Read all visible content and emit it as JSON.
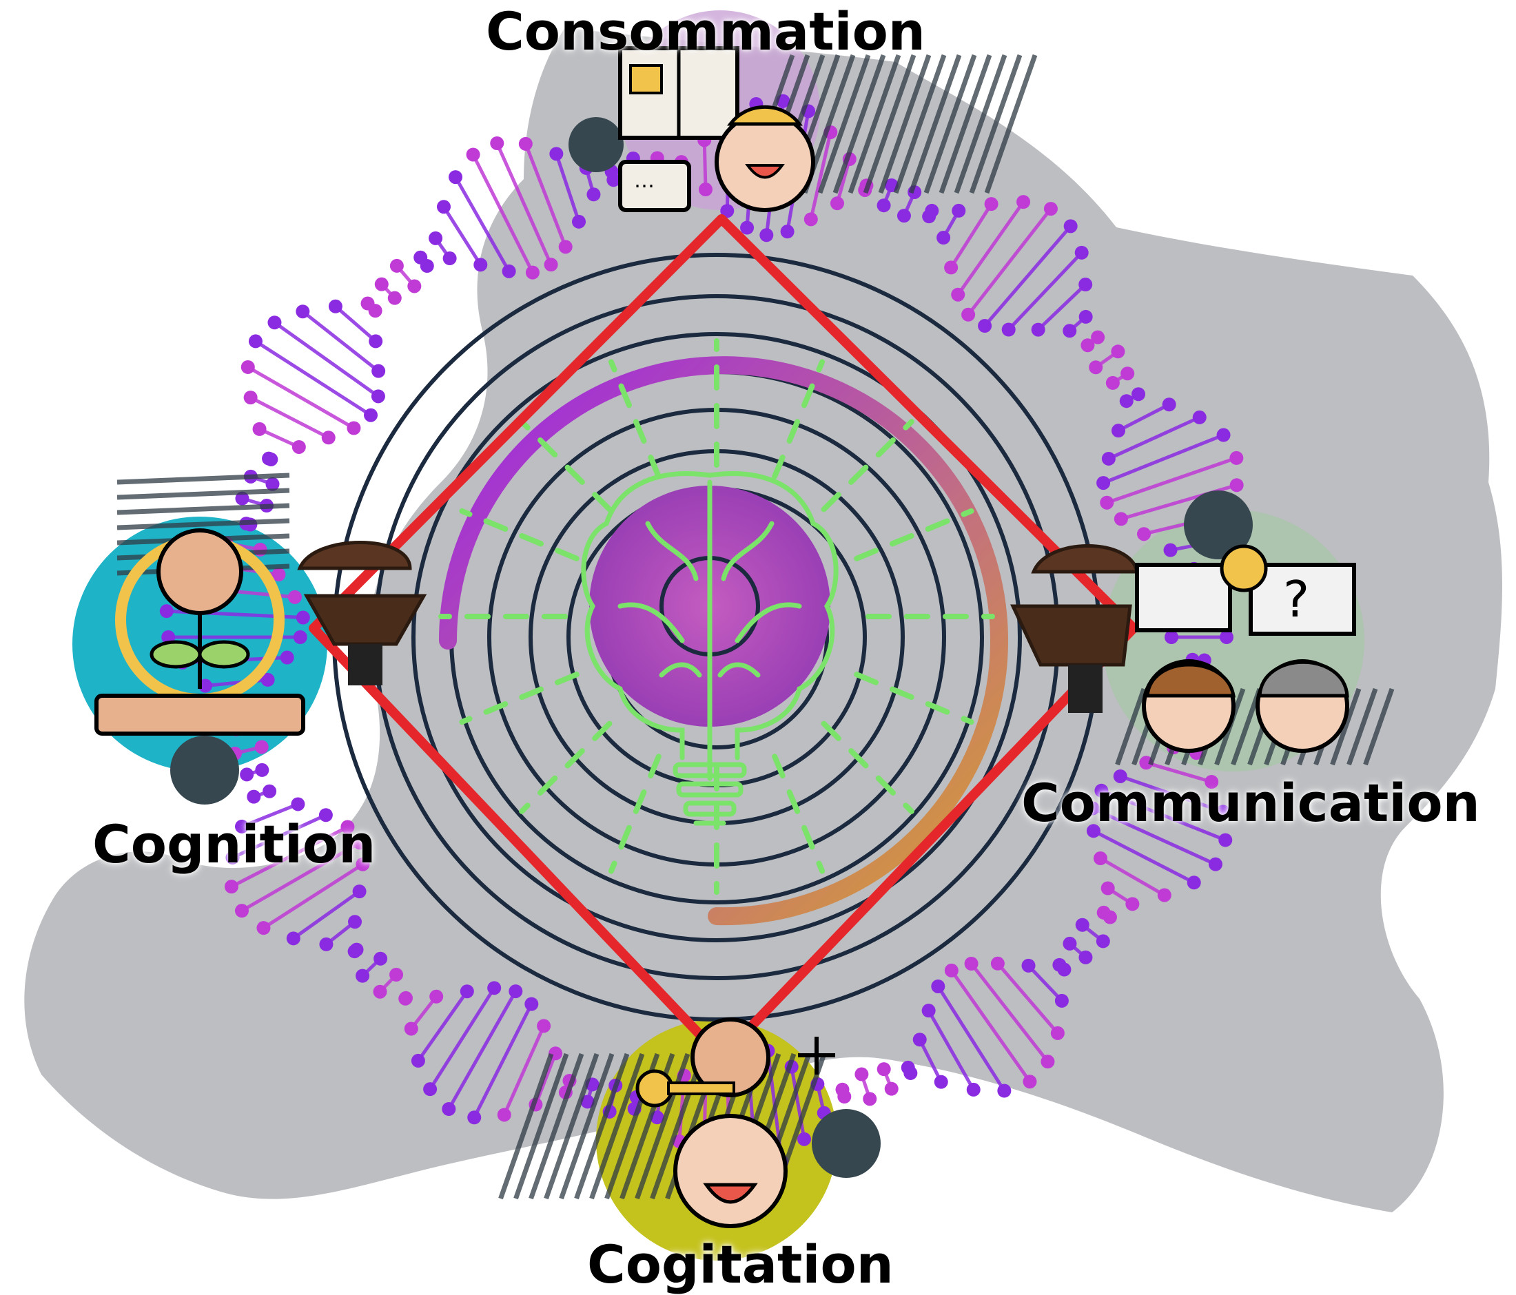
{
  "nodes": {
    "top": {
      "label": "Consommation"
    },
    "right": {
      "label": "Communication"
    },
    "bottom": {
      "label": "Cogitation"
    },
    "left": {
      "label": "Cognition"
    }
  },
  "colors": {
    "diamond": "#e5262b",
    "rings": "#1b2a3f",
    "bulb": "#7be36a",
    "helix_purple": "#8a2be2",
    "helix_magenta": "#c03ad6",
    "map_gray": "#bcbec1",
    "arc_start": "#9b23e8",
    "arc_end": "#d7a02c",
    "left_circle": "#1fb3c8",
    "bottom_circle": "#c4c21c",
    "right_circle": "#a9c7a9",
    "top_circle": "#c9a3d6",
    "dark_dot": "#37474f"
  },
  "icons": [
    "brain-bulb-icon",
    "reader-head-icon",
    "conversation-icon",
    "key-mind-icon",
    "growth-brain-icon",
    "lamp-icon"
  ]
}
